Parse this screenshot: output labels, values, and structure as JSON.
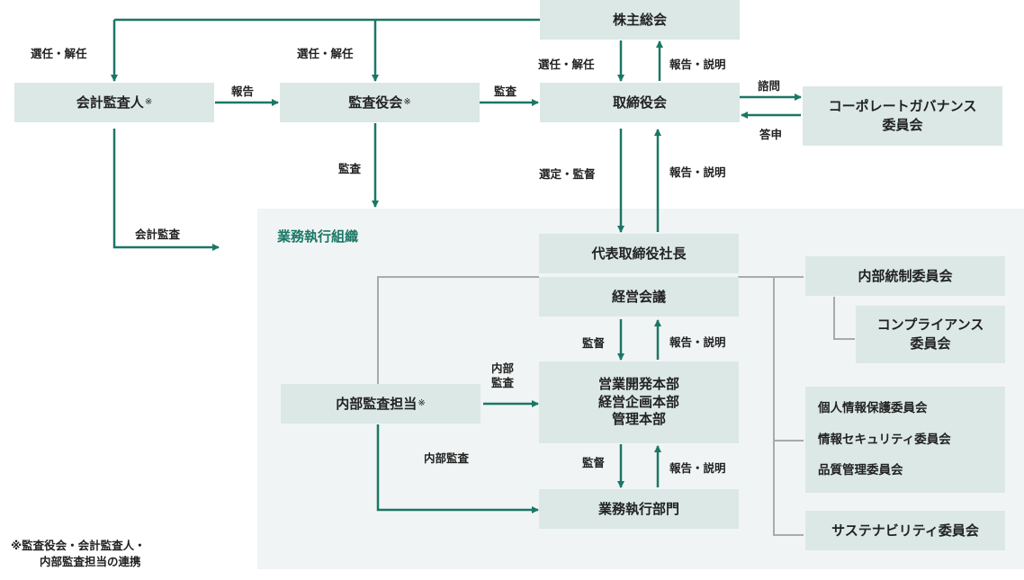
{
  "region": {
    "title": "業務執行組織"
  },
  "boxes": {
    "shareholders": "株主総会",
    "auditor": "会計監査人",
    "board_auditors": "監査役会",
    "board_directors": "取締役会",
    "governance_committee": [
      "コーポレートガバナンス",
      "委員会"
    ],
    "president": "代表取締役社長",
    "management_meeting": "経営会議",
    "internal_audit": "内部監査担当",
    "divisions": [
      "営業開発本部",
      "経営企画本部",
      "管理本部"
    ],
    "business_units": "業務執行部門",
    "internal_control": "内部統制委員会",
    "compliance": [
      "コンプライアンス",
      "委員会"
    ],
    "committees_group": [
      "個人情報保護委員会",
      "情報セキュリティ委員会",
      "品質管理委員会"
    ],
    "sustainability": "サステナビリティ委員会"
  },
  "marks": {
    "asterisk": "※"
  },
  "labels": {
    "elect_dismiss_1": "選任・解任",
    "elect_dismiss_2": "選任・解任",
    "elect_dismiss_3": "選任・解任",
    "report_explain_1": "報告・説明",
    "report_explain_2": "報告・説明",
    "report_explain_3": "報告・説明",
    "report_explain_4": "報告・説明",
    "report": "報告",
    "audit_1": "監査",
    "audit_2": "監査",
    "consult": "諮問",
    "respond": "答申",
    "select_supervise": "選定・監督",
    "accounting_audit": "会計監査",
    "supervise_1": "監督",
    "supervise_2": "監督",
    "internal_audit_a": [
      "内部",
      "監査"
    ],
    "internal_audit_b": "内部監査"
  },
  "footnote": [
    "※監査役会・会計監査人・",
    "内部監査担当の連携"
  ],
  "colors": {
    "arrow": "#1a7766",
    "connector": "#aaaaaa",
    "box": "#dbe8e5",
    "region": "#f1f4f4"
  }
}
